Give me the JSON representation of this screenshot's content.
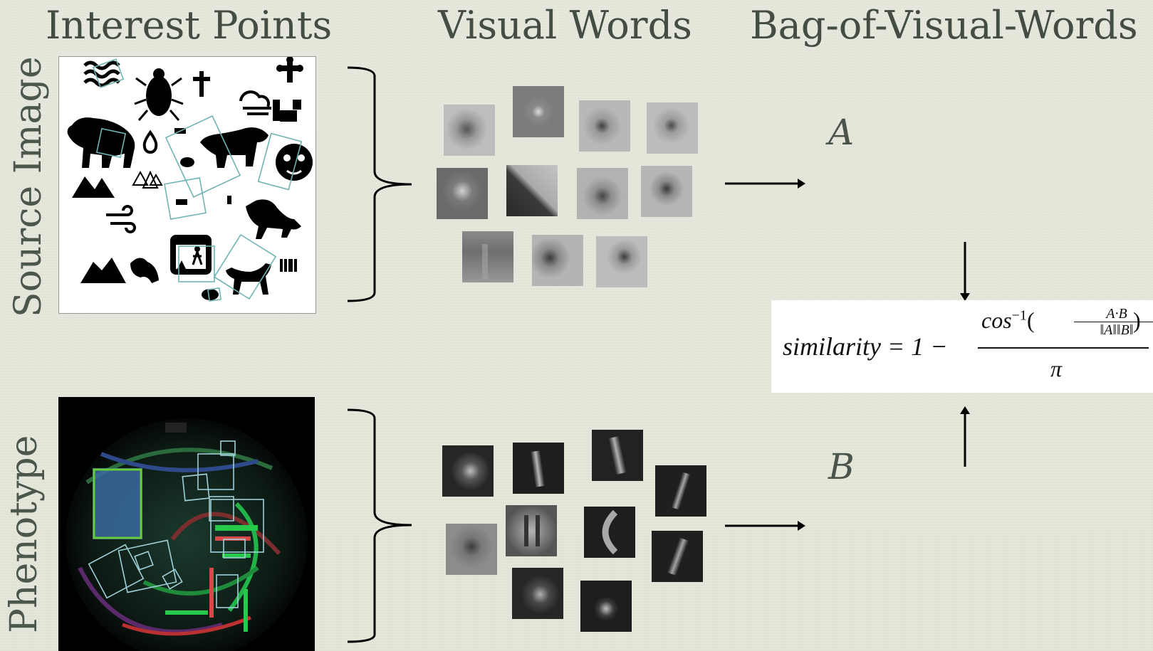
{
  "titles": {
    "interest_points": "Interest Points",
    "visual_words": "Visual Words",
    "bovw": "Bag-of-Visual-Words"
  },
  "rows": {
    "source": "Source Image",
    "phenotype": "Phenotype"
  },
  "vectors": {
    "a": "A",
    "b": "B"
  },
  "formula": {
    "lhs": "similarity = 1 −",
    "acos": "cos",
    "exp": "−1",
    "frac_num": "A·B",
    "frac_den": "‖A‖‖B‖",
    "denominator": "π"
  },
  "colors": {
    "background": "#e6e7db",
    "text": "#434d44",
    "keypoint_box": "#6fb3b3"
  }
}
